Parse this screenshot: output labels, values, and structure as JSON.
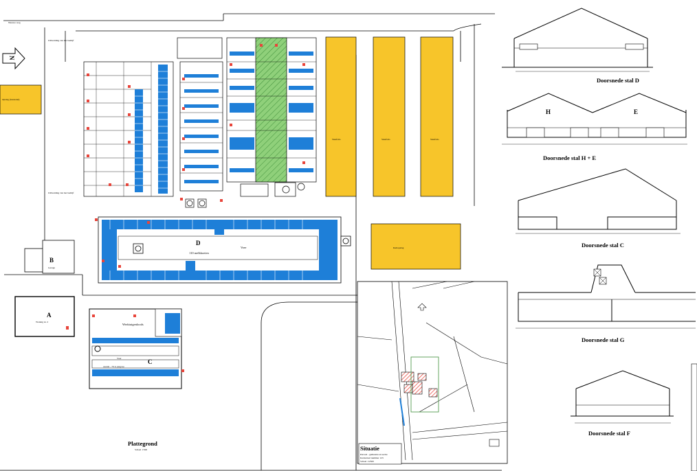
{
  "colors": {
    "line": "#000000",
    "accent_blue": "#1e7fd8",
    "accent_yellow": "#f7c52a",
    "accent_green": "#8fd07a",
    "accent_red": "#e8443a"
  },
  "icons": [
    "north-arrow-icon",
    "marker-icon"
  ],
  "labels": {
    "north": "N",
    "road_top": "Nieuwe weg",
    "vergroting_boven": "Opslag (bestaand)",
    "uitbreiding_1": "Uitbreiding van het bedrijf",
    "uitbreiding_2": "Uitbreiding van het bedrijf",
    "stal_b": "B",
    "garage": "Garage",
    "stal_a": "A",
    "woning": "Woning nr. 2",
    "stal_d": "D",
    "stal_d_sub": "110 melkkoeien",
    "stal_d_voer": "Voer",
    "stal_c": "C",
    "stal_c_werk": "Werktuigenloods",
    "stal_c_voer": "Voer",
    "stal_c_sub": "Aantal - 70 st jongvee",
    "opslag_mid": "Kuilopslag",
    "sleufsilo_1": "Sleufsilo",
    "sleufsilo_2": "Sleufsilo",
    "sleufsilo_3": "Sleufsilo",
    "plattegrond": "Plattegrond",
    "plattegrond_sub": "Schaal 1:500",
    "situatie": "Situatie",
    "situatie_sub1": "Perceel - gemeente en sectie",
    "situatie_sub2": "Kadastraal nummer 123",
    "situatie_sub3": "Schaal 1:2500",
    "section_d": "Doorsnede stal D",
    "section_he": "Doorsnede stal H + E",
    "section_c": "Doorsnede stal C",
    "section_g": "Doorsnede stal G",
    "section_f": "Doorsnede stal F",
    "section_h_letter": "H",
    "section_e_letter": "E"
  }
}
